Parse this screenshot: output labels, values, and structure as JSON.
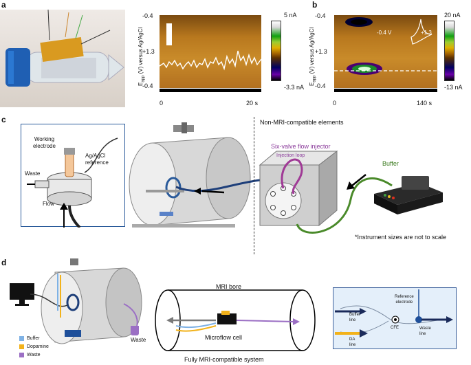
{
  "panels": {
    "a": {
      "label": "a",
      "ylabel_prefix": "E",
      "ylabel_sub": "app",
      "ylabel_rest": " (V) versus Ag/AgCl",
      "y_top": "-0.4",
      "y_mid": "+1.3",
      "y_bot": "-0.4",
      "x_start": "0",
      "x_end": "20 s",
      "cbar_top": "5 nA",
      "cbar_bot": "-3.3 nA"
    },
    "b": {
      "label": "b",
      "ylabel_prefix": "E",
      "ylabel_sub": "app",
      "ylabel_rest": " (V) versus Ag/AgCl",
      "y_top": "-0.4",
      "y_mid": "+1.3",
      "y_bot": "-0.4",
      "x_start": "0",
      "x_end": "140 s",
      "cbar_top": "20 nA",
      "cbar_bot": "-13 nA",
      "cv_left": "-0.4 V",
      "cv_right": "+1.3"
    },
    "c": {
      "label": "c",
      "working_electrode": [
        "Working",
        "electrode"
      ],
      "reference": [
        "Ag/AgCl",
        "reference"
      ],
      "waste": "Waste",
      "flow": "Flow",
      "non_mri": "Non-MRI-compatible elements",
      "injector": "Six-valve flow injector",
      "injection_loop": "Injection loop",
      "buffer": "Buffer",
      "note": "*Instrument sizes are not to scale"
    },
    "d": {
      "label": "d",
      "legend": [
        {
          "label": "Buffer",
          "color": "#7fb2e5"
        },
        {
          "label": "Dopamine",
          "color": "#f2b21b"
        },
        {
          "label": "Waste",
          "color": "#9b6fc4"
        }
      ],
      "waste": "Waste",
      "mri_bore": "MRI bore",
      "microflow": "Microflow cell",
      "system": "Fully MRI-compatible system",
      "reference_electrode": [
        "Reference",
        "electrode"
      ],
      "buffer_line": [
        "Buffer",
        "line"
      ],
      "cfe": "CFE",
      "da_line": [
        "DA",
        "line"
      ],
      "waste_line": [
        "Waste",
        "line"
      ]
    }
  }
}
